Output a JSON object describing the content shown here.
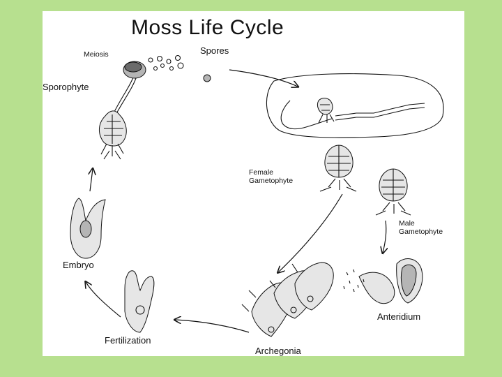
{
  "title": "Moss Life Cycle",
  "labels": {
    "meiosis": "Meiosis",
    "spores": "Spores",
    "sporophyte": "Sporophyte",
    "female_gametophyte_line1": "Female",
    "female_gametophyte_line2": "Gametophyte",
    "male_gametophyte_line1": "Male",
    "male_gametophyte_line2": "Gametophyte",
    "antheridium": "Anteridium",
    "archegonia": "Archegonia",
    "fertilization": "Fertilization",
    "embryo": "Embryo"
  },
  "colors": {
    "background": "#b7e08f",
    "panel": "#ffffff",
    "ink": "#111111"
  }
}
